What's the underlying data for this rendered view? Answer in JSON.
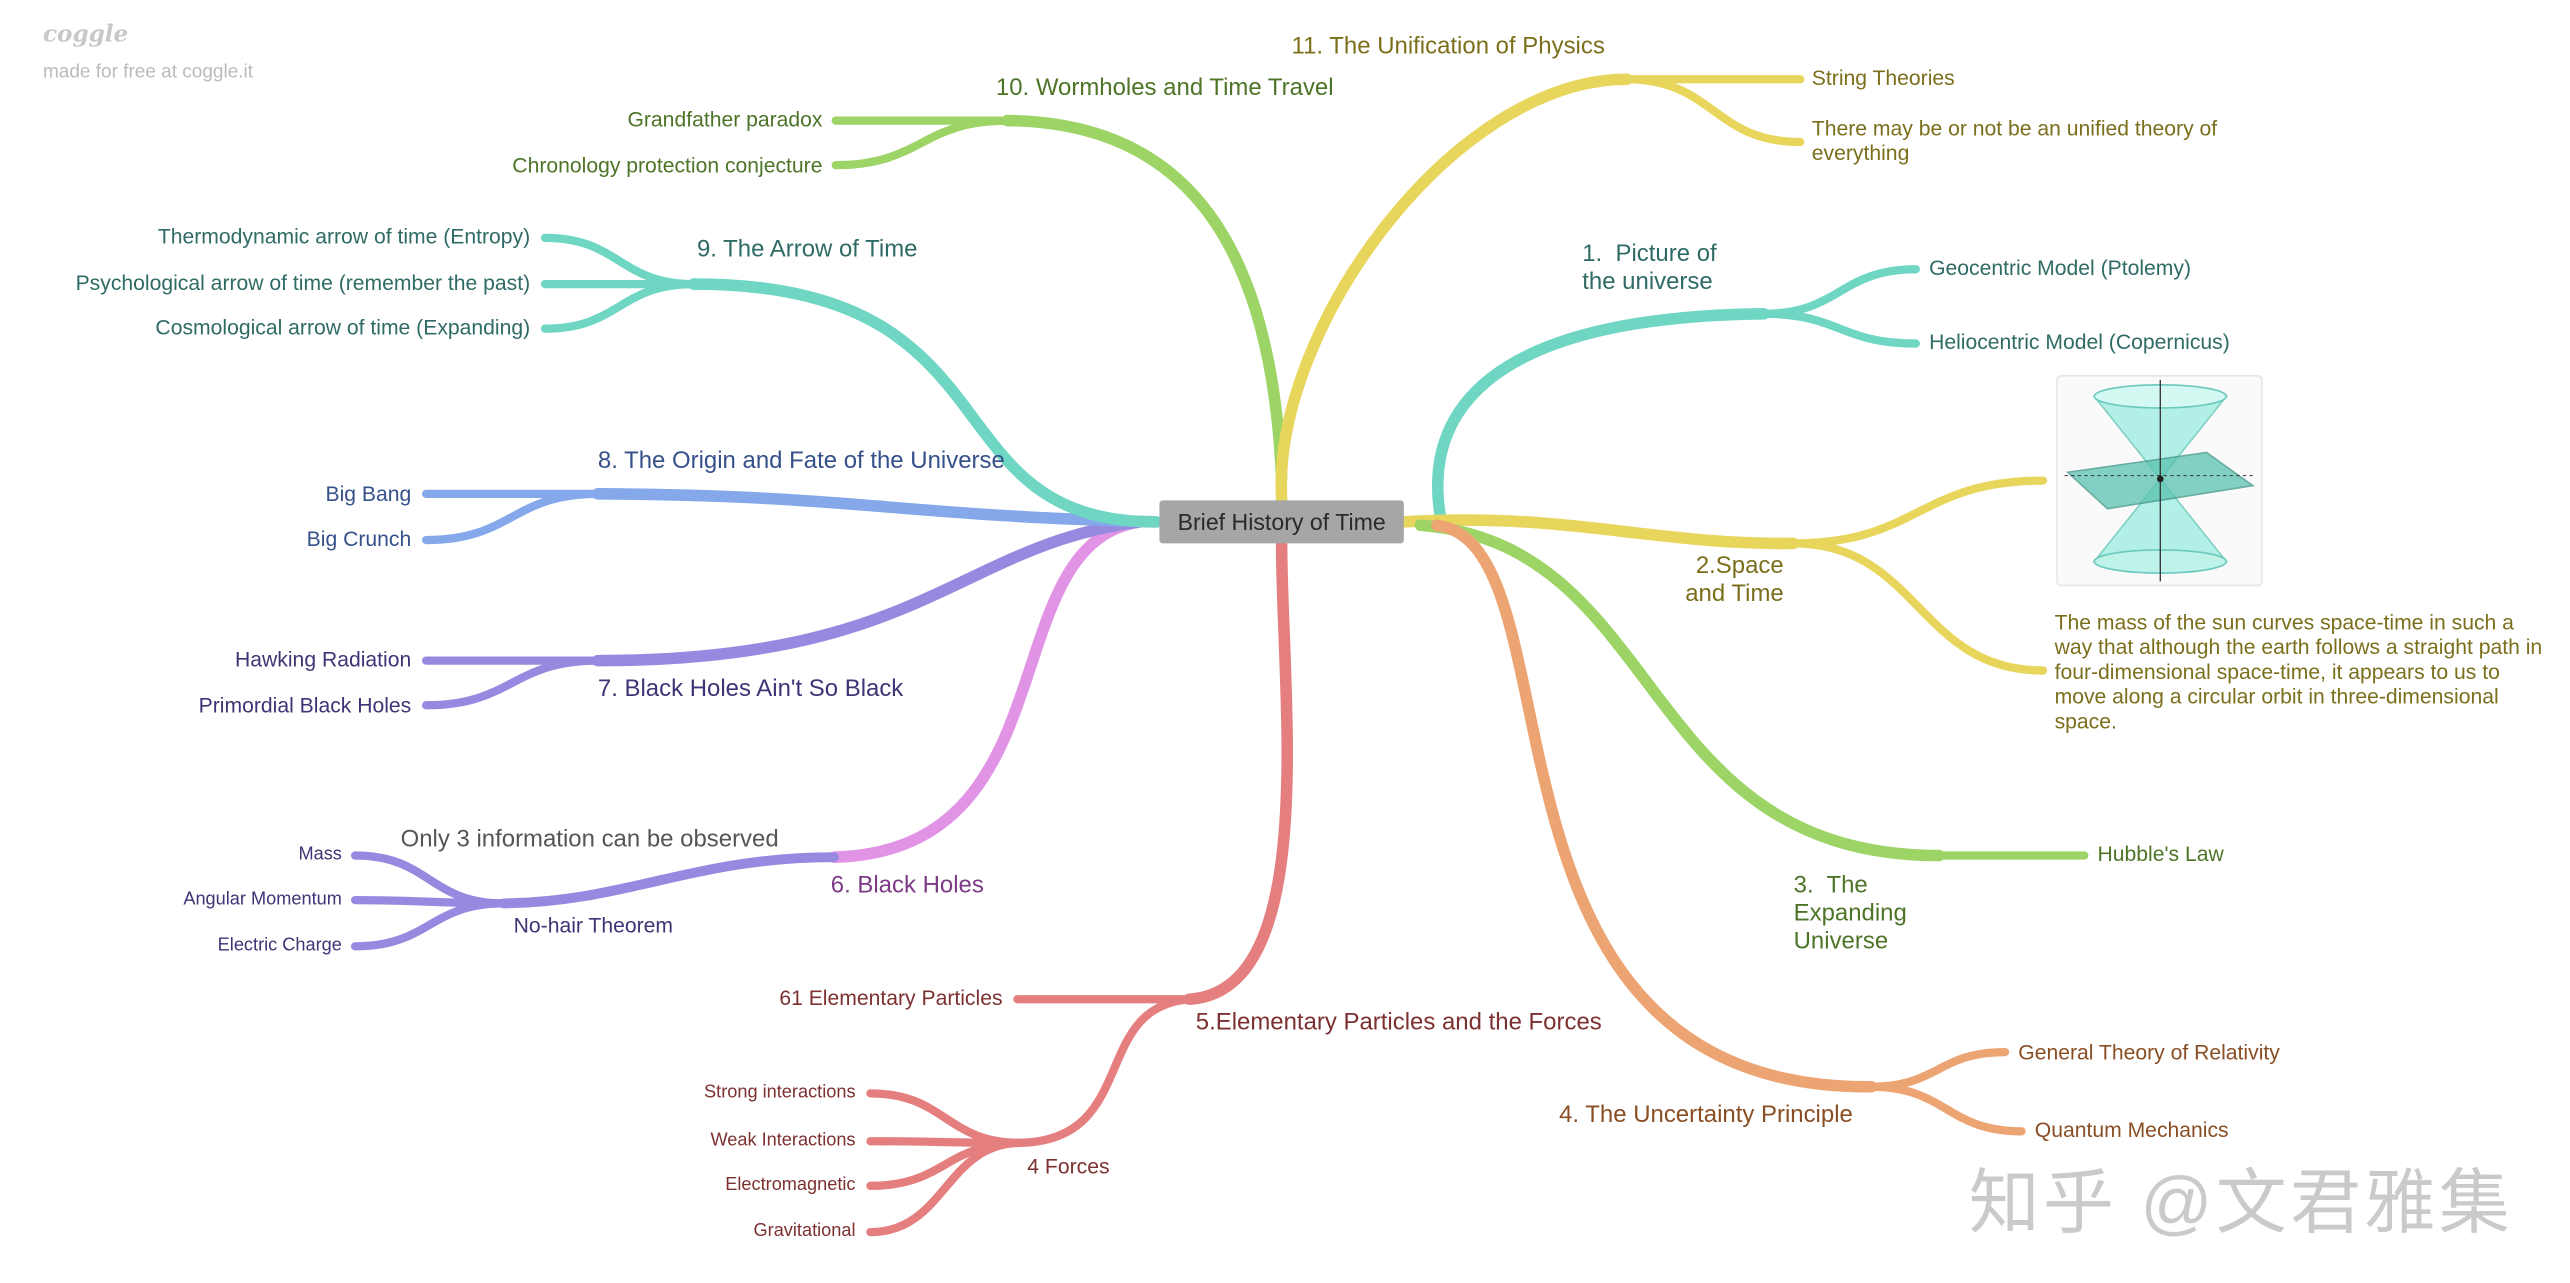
{
  "brand": {
    "logo_text": "coggle",
    "tagline": "made for free at coggle.it"
  },
  "center": {
    "label": "Brief History of Time"
  },
  "colors": {
    "teal": "#6fd6c4",
    "yellow": "#e8d65c",
    "green": "#9dd466",
    "orange": "#eda473",
    "red": "#e57f7f",
    "pink": "#e194e6",
    "purple": "#9889e0",
    "blue": "#84a8ea",
    "text_teal": "#2f6b65",
    "text_olive": "#7b6f1c",
    "text_green": "#4d7427",
    "text_orange": "#8a4e24",
    "text_red": "#7d3030",
    "text_pink": "#7d3a86",
    "text_purple": "#3d3575",
    "text_blue": "#35508a"
  },
  "branches": {
    "b1": {
      "title": "1.  Picture of\nthe universe",
      "children": [
        "Geocentric Model (Ptolemy)",
        "Heliocentric Model (Copernicus)"
      ]
    },
    "b2": {
      "title": "2.Space\nand Time",
      "image_icon": "light-cone-diagram",
      "note": "The mass of the sun curves space-time in such a way that although the earth follows a straight path in four-dimensional space-time, it appears to us to move along a circular orbit in three-dimensional space."
    },
    "b3": {
      "title": "3.  The\nExpanding\nUniverse",
      "children": [
        "Hubble's Law"
      ]
    },
    "b4": {
      "title": "4.  The Uncertainty Principle",
      "children": [
        "General Theory of Relativity",
        "Quantum Mechanics"
      ]
    },
    "b5": {
      "title": "5.Elementary Particles and the Forces",
      "children": [
        "61 Elementary Particles"
      ],
      "forces": {
        "title": "4 Forces",
        "children": [
          "Strong interactions",
          "Weak Interactions",
          "Electromagnetic",
          "Gravitational"
        ]
      }
    },
    "b6": {
      "title": "6.  Black Holes",
      "sub": "Only 3 information can be observed",
      "theorem": {
        "title": "No-hair Theorem",
        "children": [
          "Mass",
          "Angular Momentum",
          "Electric Charge"
        ]
      }
    },
    "b7": {
      "title": "7.  Black Holes Ain't So Black",
      "children": [
        "Hawking Radiation",
        "Primordial Black Holes"
      ]
    },
    "b8": {
      "title": "8.  The Origin and Fate of the Universe",
      "children": [
        "Big Bang",
        "Big Crunch"
      ]
    },
    "b9": {
      "title": "9.  The Arrow of Time",
      "children": [
        "Thermodynamic arrow of time (Entropy)",
        "Psychological arrow of time (remember the past)",
        "Cosmological arrow of time (Expanding)"
      ]
    },
    "b10": {
      "title": "10.  Wormholes and Time Travel",
      "children": [
        "Grandfather paradox",
        "Chronology protection conjecture"
      ]
    },
    "b11": {
      "title": "11.  The Unification of Physics",
      "children": [
        "String Theories",
        "There may be or not be an unified theory of everything"
      ]
    }
  },
  "watermark": "知乎 @文君雅集"
}
